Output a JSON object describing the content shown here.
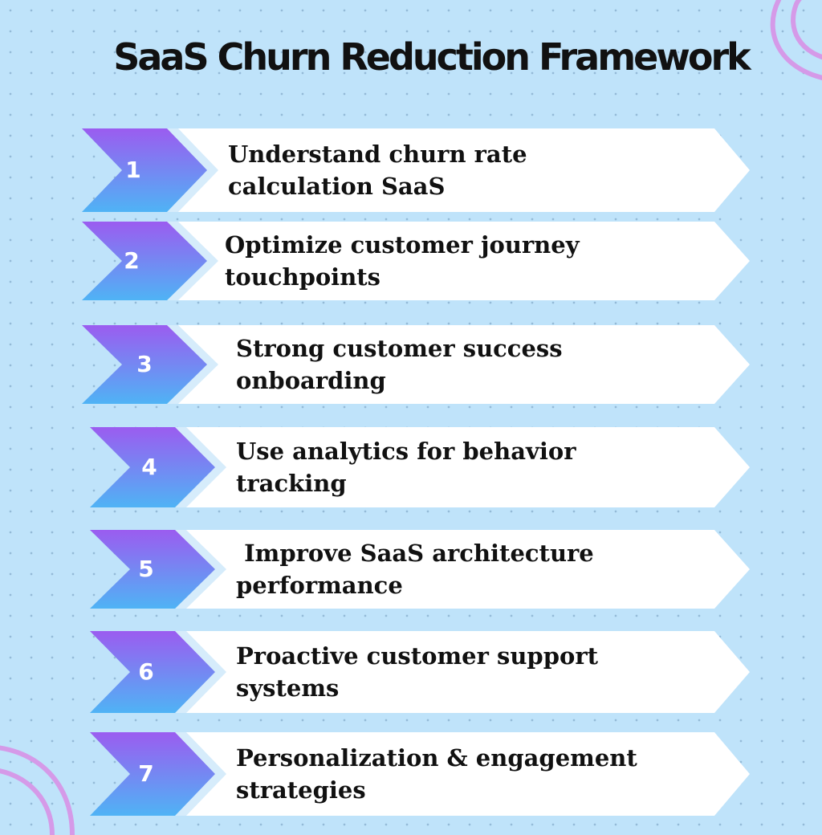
{
  "title": "SaaS Churn Reduction Framework",
  "colors": {
    "background": "#bfe3fa",
    "chevron_top": "#9b5cf0",
    "chevron_bottom": "#4fb3f5",
    "banner": "#ffffff",
    "decor_swirl": "#d59ae8"
  },
  "steps": [
    {
      "number": "1",
      "text": "Understand churn rate calculation SaaS"
    },
    {
      "number": "2",
      "text": "Optimize customer journey touchpoints"
    },
    {
      "number": "3",
      "text": "Strong customer success onboarding"
    },
    {
      "number": "4",
      "text": "Use analytics for behavior tracking"
    },
    {
      "number": "5",
      "text": " Improve SaaS architecture performance"
    },
    {
      "number": "6",
      "text": "Proactive customer support systems"
    },
    {
      "number": "7",
      "text": "Personalization & engagement strategies"
    }
  ]
}
